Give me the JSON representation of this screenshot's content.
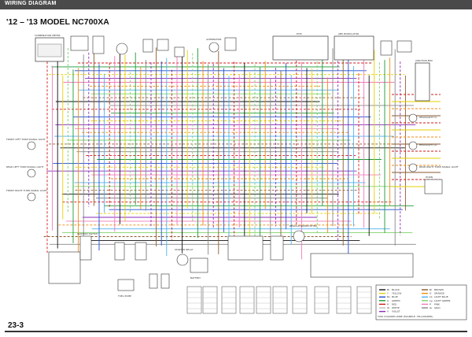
{
  "header": {
    "title": "WIRING DIAGRAM"
  },
  "model_title": "'12 – '13 MODEL NC700XA",
  "page_number": "23-3",
  "component_labels": {
    "combination_meter": "COMBINATION METER",
    "alternator": "ALTERNATOR",
    "ecm": "ECM",
    "abs_modulator": "ABS MODULATOR",
    "junction_box": "JUNCTION BOX",
    "headlight_hi": "HEADLIGHT HI",
    "headlight_lo": "HEADLIGHT LO",
    "front_left_turn": "FRONT LEFT TURN SIGNAL LIGHT",
    "front_right_turn": "FRONT RIGHT TURN SIGNAL LIGHT",
    "rear_left_turn": "REAR LEFT TURN SIGNAL LIGHT",
    "rear_right_turn": "REAR RIGHT TURN SIGNAL LIGHT",
    "horn": "HORN",
    "ignition_switch": "IGNITION SWITCH",
    "fuel_pump": "FUEL PUMP",
    "starter_relay": "STARTER RELAY",
    "battery": "BATTERY",
    "regulator": "REGULATOR/RECTIFIER"
  },
  "legend": {
    "left": [
      {
        "code": "Bl",
        "name": "BLACK",
        "color": "#111111"
      },
      {
        "code": "Y",
        "name": "YELLOW",
        "color": "#e6cf00"
      },
      {
        "code": "Bu",
        "name": "BLUE",
        "color": "#1f4fd1"
      },
      {
        "code": "G",
        "name": "GREEN",
        "color": "#1a9a33"
      },
      {
        "code": "R",
        "name": "RED",
        "color": "#d01818"
      },
      {
        "code": "W",
        "name": "WHITE",
        "color": "#bbbbbb"
      },
      {
        "code": "V",
        "name": "VIOLET",
        "color": "#8a2bb8"
      }
    ],
    "right": [
      {
        "code": "Br",
        "name": "BROWN",
        "color": "#8a5a2b"
      },
      {
        "code": "O",
        "name": "ORANGE",
        "color": "#f08a10"
      },
      {
        "code": "Lb",
        "name": "LIGHT BLUE",
        "color": "#4fb0f0"
      },
      {
        "code": "Lg",
        "name": "LIGHT GREEN",
        "color": "#7ed36a"
      },
      {
        "code": "P",
        "name": "PINK",
        "color": "#f07ab8"
      },
      {
        "code": "Gr",
        "name": "GRAY",
        "color": "#888888"
      }
    ],
    "note": "TWO COLORED WIRE (EXAMPLE: YELLOW/RED)"
  },
  "wire_colors": [
    "#d01818",
    "#1a9a33",
    "#1f4fd1",
    "#e6cf00",
    "#8a2bb8",
    "#f07ab8",
    "#f08a10",
    "#4fb0f0",
    "#7ed36a",
    "#8a5a2b",
    "#111111",
    "#888888"
  ]
}
